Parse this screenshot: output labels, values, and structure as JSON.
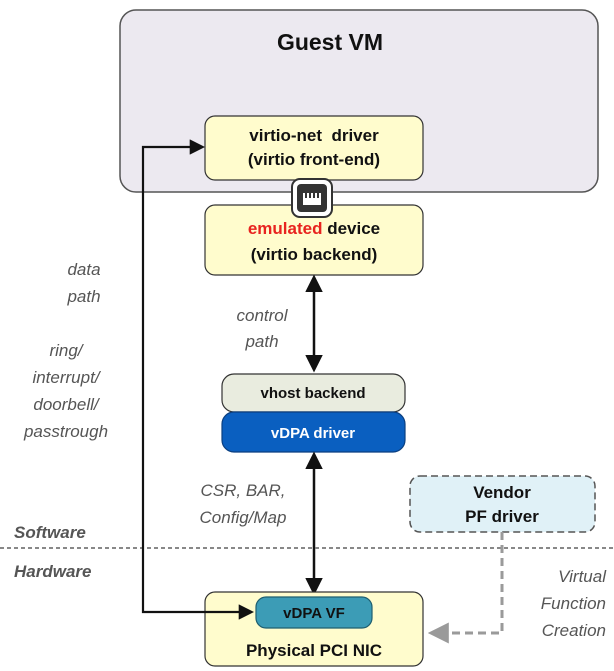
{
  "guest_vm": {
    "title": "Guest VM"
  },
  "virtio_net": {
    "line1": "virtio-net  driver",
    "line2": "(virtio front-end)"
  },
  "emulated_device": {
    "highlight": "emulated",
    "rest": " device",
    "line2": "(virtio backend)",
    "highlight_color": "#e8231f"
  },
  "vhost_backend": {
    "label": "vhost backend"
  },
  "vdpa_driver": {
    "label": "vDPA driver"
  },
  "vendor_pf": {
    "line1": "Vendor",
    "line2": "PF driver"
  },
  "vdpa_vf": {
    "label": "vDPA VF"
  },
  "physical_nic": {
    "label": "Physical PCI NIC"
  },
  "labels": {
    "data_path_1": "data",
    "data_path_2": "path",
    "ring_1": "ring/",
    "ring_2": "interrupt/",
    "ring_3": "doorbell/",
    "ring_4": "passtrough",
    "control_1": "control",
    "control_2": "path",
    "csr_1": "CSR, BAR,",
    "csr_2": "Config/Map",
    "virtual_1": "Virtual",
    "virtual_2": "Function",
    "virtual_3": "Creation",
    "software": "Software",
    "hardware": "Hardware"
  },
  "colors": {
    "guest_fill": "#ece9f0",
    "yellow_fill": "#fffccd",
    "vhost_fill": "#e9ecdf",
    "vdpa_fill": "#0a5fc0",
    "vf_fill": "#3c9cb6",
    "vendor_fill": "#e0f1f7",
    "gray_arrow": "#9a9a9a"
  },
  "icons": {
    "port": "ethernet-port-icon"
  }
}
